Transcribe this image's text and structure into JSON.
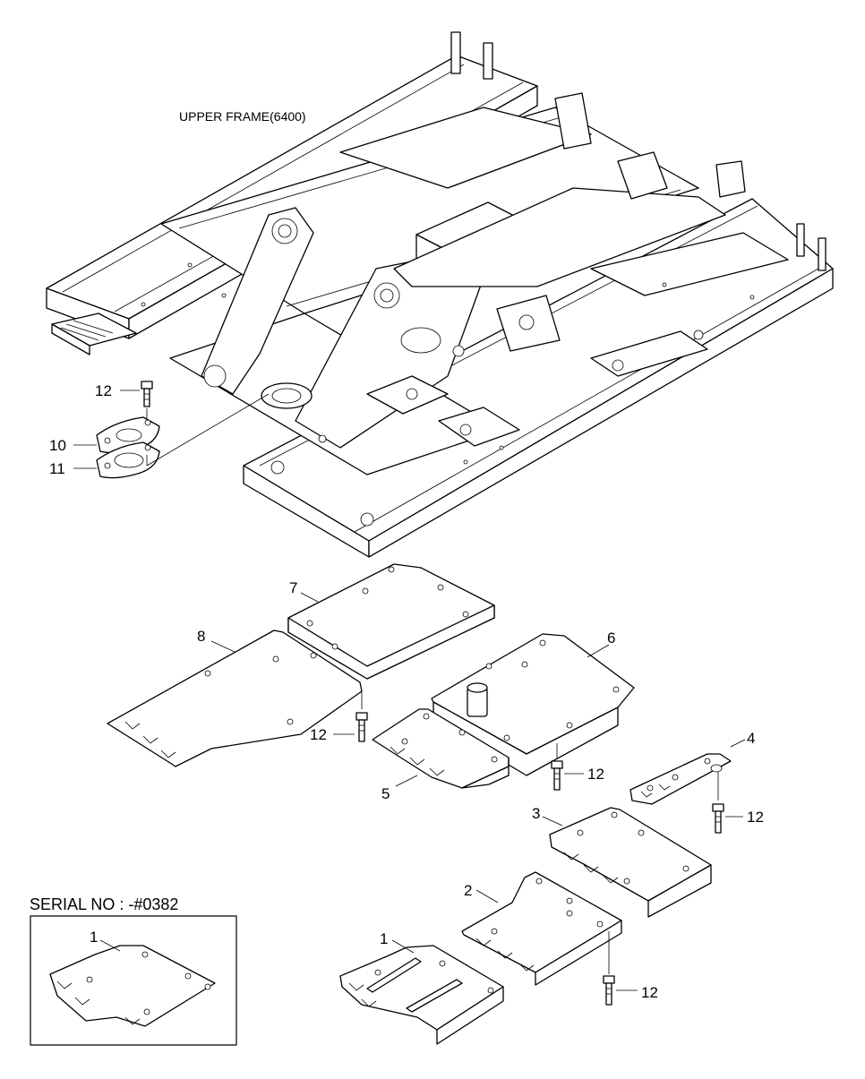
{
  "labels": {
    "upper_frame": "UPPER FRAME(6400)",
    "serial_no": "SERIAL NO : -#0382"
  },
  "callouts": {
    "p1_inset": "1",
    "p1": "1",
    "p2": "2",
    "p3": "3",
    "p4": "4",
    "p5": "5",
    "p6": "6",
    "p7": "7",
    "p8": "8",
    "p10": "10",
    "p11": "11",
    "p12_frame": "12",
    "p12_a": "12",
    "p12_b": "12",
    "p12_c": "12",
    "p12_d": "12"
  }
}
